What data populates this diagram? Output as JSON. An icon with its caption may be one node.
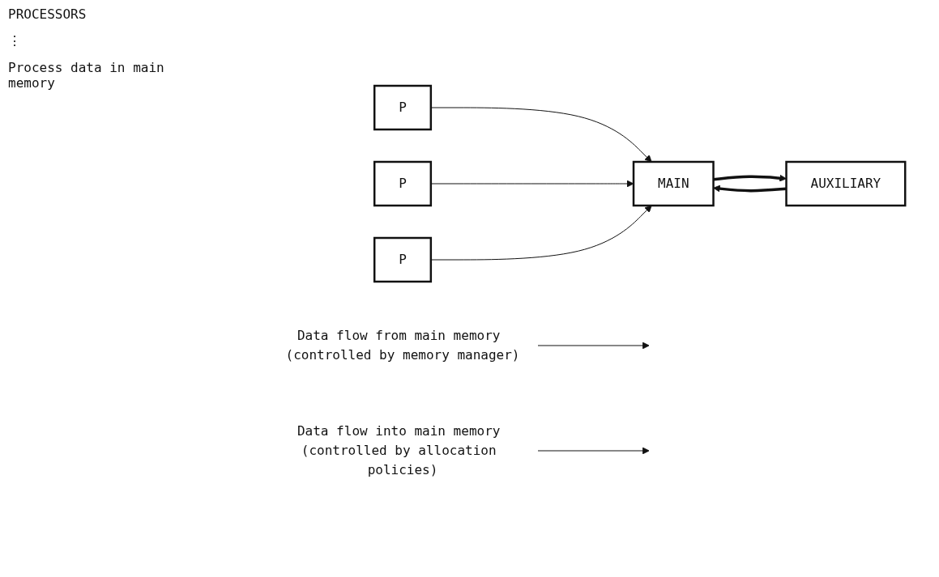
{
  "diagram": {
    "nodes": [
      {
        "text": [
          "P"
        ]
      },
      {
        "text": [
          "P"
        ]
      },
      {
        "text": [
          "P"
        ]
      },
      {
        "text": [
          "MAIN"
        ]
      },
      {
        "text": [
          "AUXILIARY"
        ]
      },
      {
        "text": [
          "Data flow from main memory (controlled by memory manager)"
        ]
      },
      {
        "text": [
          "Data flow into main memory (controlled by allocation policies)"
        ]
      }
    ],
    "edges": [
      {
        "from": 0,
        "to": 3,
        "arrow": "to"
      },
      {
        "from": 1,
        "to": 3,
        "arrow": "to"
      },
      {
        "from": 2,
        "to": 3,
        "arrow": "to"
      },
      {
        "from": 3,
        "to": 4,
        "arrow": "to",
        "style": "thick"
      },
      {
        "from": 4,
        "to": 3,
        "arrow": "to",
        "style": "thick"
      },
      {
        "from": 5,
        "to": null,
        "arrow": "to"
      },
      {
        "from": 6,
        "to": null,
        "arrow": "to"
      }
    ],
    "labels": [
      "PROCESSORS",
      "⋮",
      "Process data in main memory"
    ]
  }
}
